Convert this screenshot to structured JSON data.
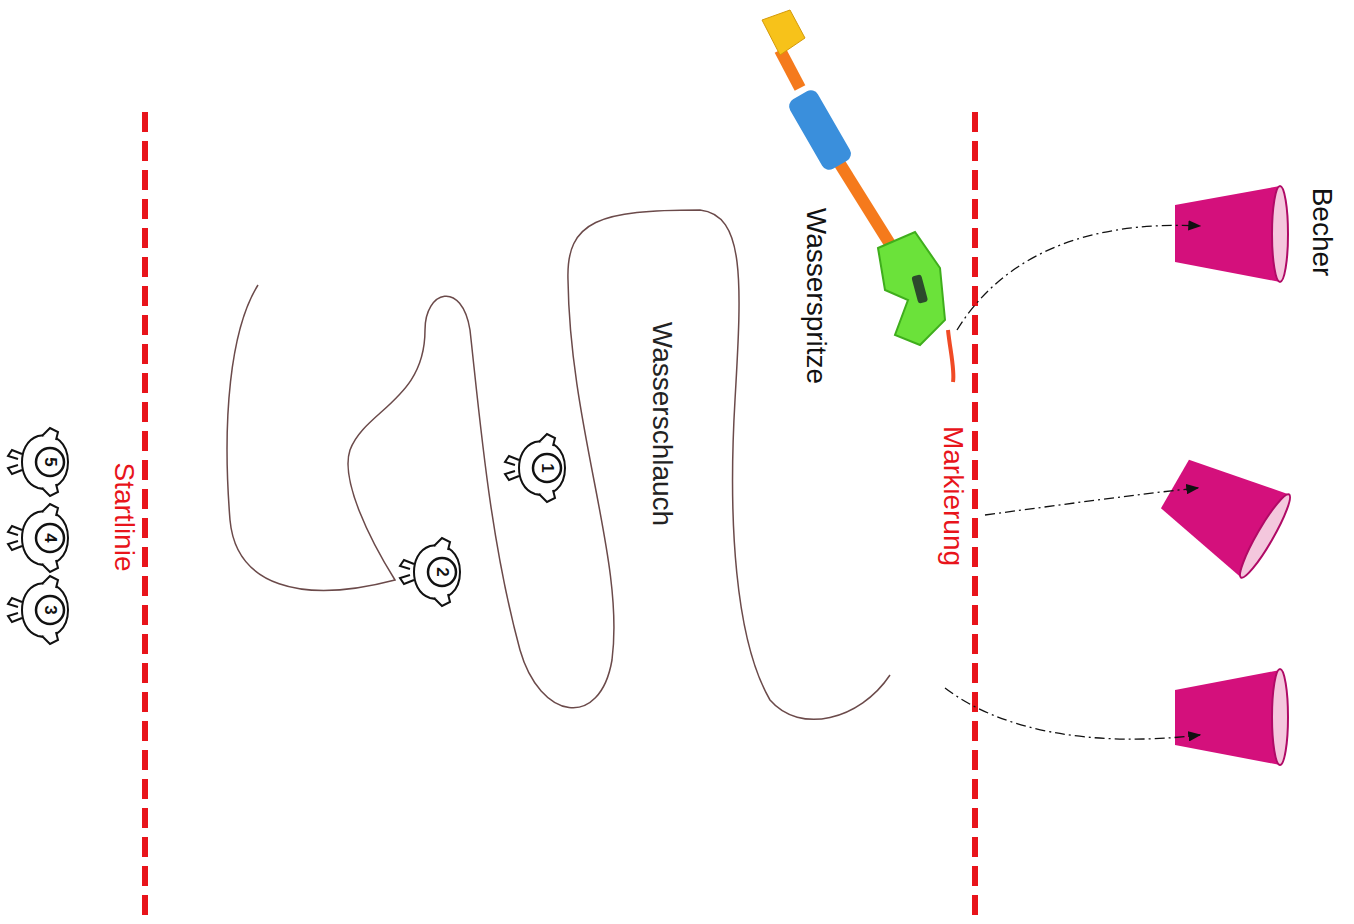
{
  "diagram": {
    "labels": [
      "Becher",
      "Wasserspritze",
      "Markierung",
      "Wasserschlauch",
      "Startlinie",
      "1",
      "2",
      "5",
      "4",
      "3"
    ]
  }
}
